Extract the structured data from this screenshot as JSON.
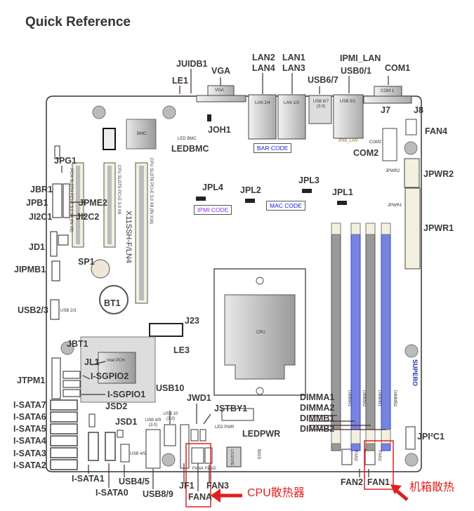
{
  "title": "Quick Reference",
  "labels": {
    "juidb1": "JUIDB1",
    "le1": "LE1",
    "vga": "VGA",
    "lan24a": "LAN2",
    "lan24b": "LAN4",
    "lan13a": "LAN1",
    "lan13b": "LAN3",
    "usb67": "USB6/7",
    "ipmi_lan": "IPMI_LAN",
    "usb01": "USB0/1",
    "com1": "COM1",
    "j7": "J7",
    "j8": "J8",
    "fan4": "FAN4",
    "com2": "COM2",
    "jpwr2": "JPWR2",
    "jpwr1": "JPWR1",
    "joh1": "JOH1",
    "ledbmc": "LEDBMC",
    "jpg1": "JPG1",
    "jbr1": "JBR1",
    "jpb1": "JPB1",
    "jpme2": "JPME2",
    "ji2c1": "JI2C1",
    "ji2c2": "JI2C2",
    "jd1": "JD1",
    "jipmb1": "JIPMB1",
    "sp1": "SP1",
    "bt1": "BT1",
    "usb23": "USB2/3",
    "jpl4": "JPL4",
    "jpl2": "JPL2",
    "jpl3": "JPL3",
    "jpl1": "JPL1",
    "j23": "J23",
    "le3": "LE3",
    "jbt1": "JBT1",
    "jl1": "JL1",
    "isgpio2": "I-SGPIO2",
    "isgpio1": "I-SGPIO1",
    "jtpm1": "JTPM1",
    "jsd2": "JSD2",
    "jsd1": "JSD1",
    "isata7": "I-SATA7",
    "isata6": "I-SATA6",
    "isata5": "I-SATA5",
    "isata4": "I-SATA4",
    "isata3": "I-SATA3",
    "isata2": "I-SATA2",
    "isata1": "I-SATA1",
    "isata0": "I-SATA0",
    "usb45": "USB4/5",
    "usb89": "USB8/9",
    "usb10": "USB10",
    "jwd1": "JWD1",
    "jstby1": "JSTBY1",
    "ledpwr": "LEDPWR",
    "jf1": "JF1",
    "fana": "FANA",
    "fan3": "FAN3",
    "dimma1": "DIMMA1",
    "dimma2": "DIMMA2",
    "dimmb1": "DIMMB1",
    "dimmb2": "DIMMB2",
    "jpi2c1": "JPI²C1",
    "fan2": "FAN2",
    "fan1": "FAN1"
  },
  "silkscreen": {
    "vga": "VGA",
    "lan24": "LAN 2/4",
    "lan13": "LAN 1/3",
    "usb67": "USB 6/7 (3.0)",
    "usb01": "USB 0/1",
    "ipmi_lan": "IPMI_LAN",
    "com1": "COM 1",
    "com2": "COM2",
    "bmc": "BMC",
    "cpu": "CPU",
    "model": "X11SSH-F/LN4",
    "brand": "SUPERO",
    "license": "LICENSE",
    "bios": "BIOS",
    "jpwr1": "JPWR1",
    "jpwr2": "JPWR2",
    "usb10": "USB 10 (3.0)",
    "usb89": "USB 8/9 (3.0)",
    "usb45": "USB 4/5",
    "usb23": "USB 2/3",
    "ledpwr": "LED PWR",
    "ledbmc": "LED BMC",
    "pch": "Intel PCH",
    "slot1": "PCH SLOT4 PCI-E 3.0 X4 (IN X8)",
    "slot2": "CPU SLOT5 PCI-E 3.0 X8",
    "slot3": "CPU SLOT6 PCI-E 3.0 X8 (IN X16)",
    "dimma1": "DIMMA1",
    "dimma2": "DIMMA2",
    "dimmb1": "DIMMB1",
    "dimmb2": "DIMMB2",
    "fana": "FANA",
    "fan3": "FAN3",
    "fan1": "FAN1",
    "fan2": "FAN2"
  },
  "codes": {
    "bar": "BAR CODE",
    "mac": "MAC CODE",
    "ipmi": "IPMI CODE"
  },
  "annotations": {
    "cpu_fan": "CPU散热器",
    "case_fan": "机箱散热"
  },
  "colors": {
    "annotation": "#e02020",
    "dimm_blue": "#3344cc",
    "code_text": "#2222cc"
  }
}
